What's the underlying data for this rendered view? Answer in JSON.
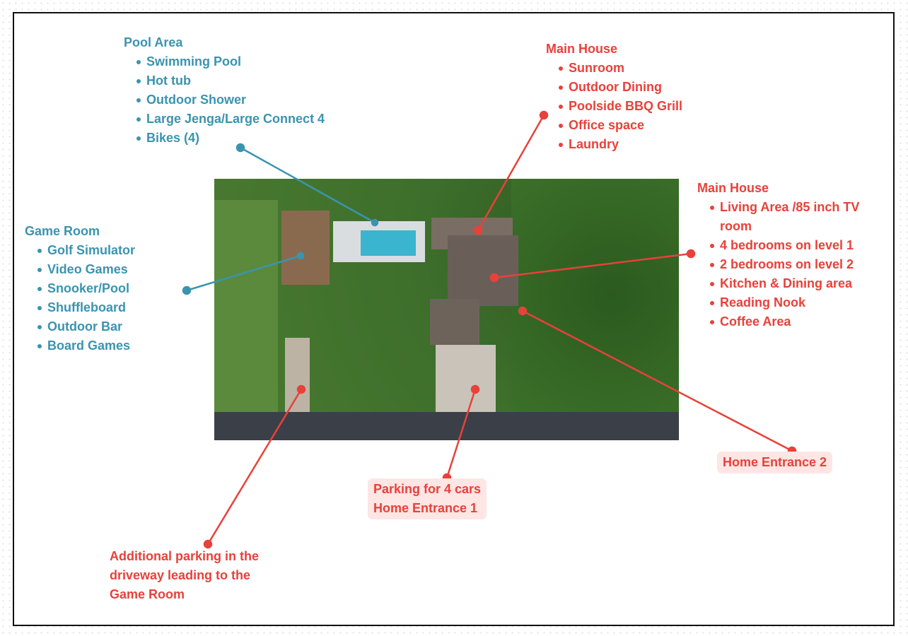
{
  "pool_area": {
    "title": "Pool Area",
    "items": [
      "Swimming Pool",
      "Hot tub",
      "Outdoor Shower",
      "Large Jenga/Large Connect 4",
      "Bikes (4)"
    ]
  },
  "main_house_1": {
    "title": "Main House",
    "items": [
      "Sunroom",
      "Outdoor Dining",
      "Poolside BBQ Grill",
      "Office space",
      "Laundry"
    ]
  },
  "main_house_2": {
    "title": "Main House",
    "items": [
      "Living Area /85 inch TV room",
      "4 bedrooms on level 1",
      "2 bedrooms on level 2",
      "Kitchen & Dining area",
      "Reading Nook",
      "Coffee Area"
    ]
  },
  "game_room": {
    "title": "Game Room",
    "items": [
      "Golf Simulator",
      "Video Games",
      "Snooker/Pool",
      "Shuffleboard",
      "Outdoor Bar",
      "Board Games"
    ]
  },
  "parking": {
    "line1": "Parking for 4 cars",
    "line2": "Home Entrance 1"
  },
  "entrance2": "Home Entrance 2",
  "additional_parking": "Additional parking in the driveway leading to the Game Room",
  "colors": {
    "teal": "#3a94b0",
    "red": "#e8413a"
  }
}
